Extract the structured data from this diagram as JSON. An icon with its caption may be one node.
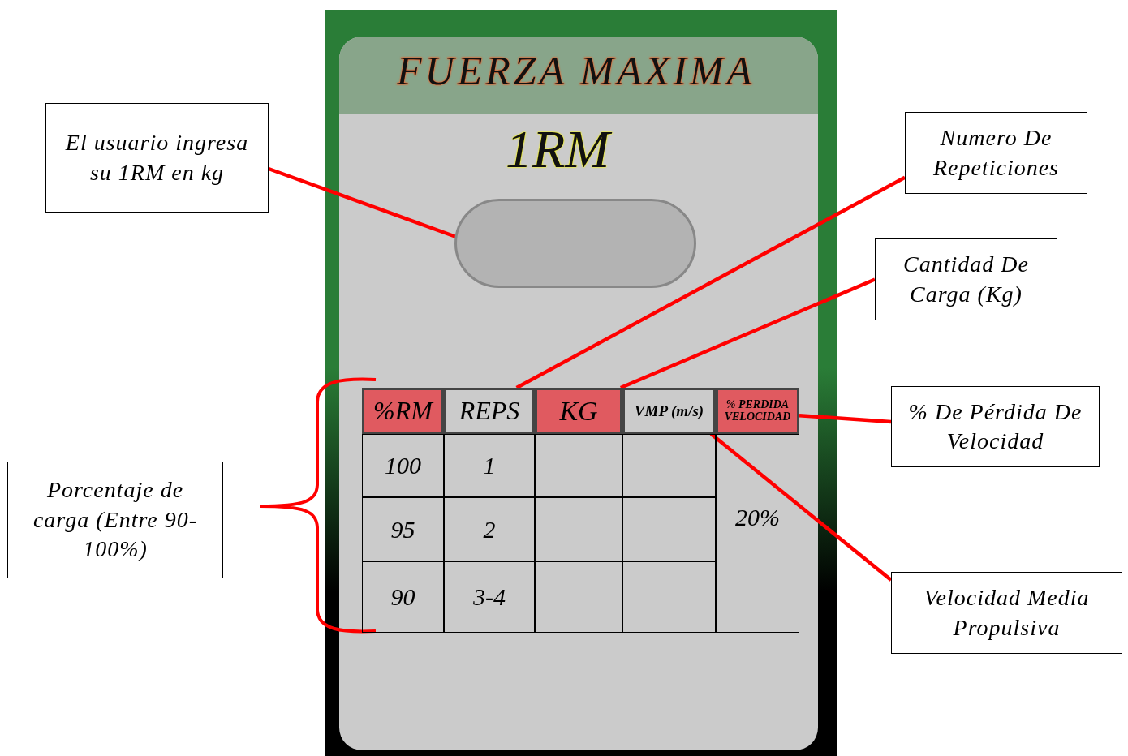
{
  "diagram": {
    "nodes": [
      {
        "text": [
          "FUERZA MAXIMA",
          "1RM"
        ]
      },
      {
        "text": [],
        "shape": "box",
        "in": 0
      },
      {
        "text": [
          "%RM"
        ],
        "in": 0
      },
      {
        "text": [
          "REPS"
        ],
        "in": 0
      },
      {
        "text": [
          "KG"
        ],
        "in": 0
      },
      {
        "text": [
          "VMP (m/s)"
        ],
        "in": 0
      },
      {
        "text": [
          "% PERDIDA VELOCIDAD"
        ],
        "in": 0
      },
      {
        "text": [
          "El usuario ingresa su 1RM en kg"
        ]
      },
      {
        "text": [
          "Numero De Repeticiones"
        ]
      },
      {
        "text": [
          "Cantidad De Carga (Kg)"
        ]
      },
      {
        "text": [
          "% De Pérdida De Velocidad"
        ]
      },
      {
        "text": [
          "Velocidad Media Propulsiva"
        ]
      },
      {
        "text": [
          "Porcentaje de carga (Entre 90-100%)"
        ]
      }
    ],
    "edges": [
      {
        "from": 7,
        "to": 1,
        "arrow": "none",
        "color": "#ff0000"
      },
      {
        "from": 8,
        "to": 3,
        "arrow": "none",
        "color": "#ff0000"
      },
      {
        "from": 9,
        "to": 4,
        "arrow": "none",
        "color": "#ff0000"
      },
      {
        "from": 10,
        "to": 6,
        "arrow": "none",
        "color": "#ff0000"
      },
      {
        "from": 11,
        "to": 5,
        "arrow": "none",
        "color": "#ff0000"
      }
    ],
    "labels": [
      "100",
      "1",
      "20%",
      "95",
      "2",
      "90",
      "3-4"
    ]
  }
}
